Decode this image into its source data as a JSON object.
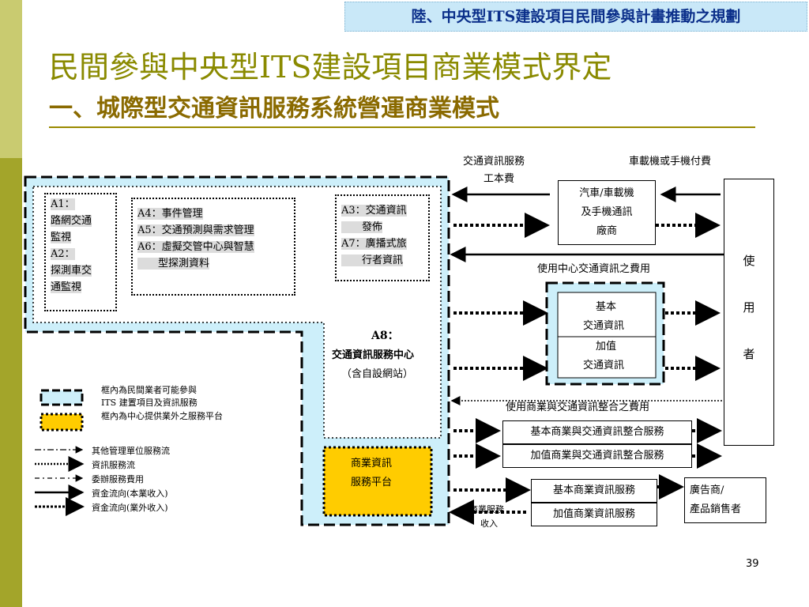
{
  "header": {
    "banner": "陸、中央型ITS建設項目民間參與計畫推動之規劃",
    "title": "民間參與中央型ITS建設項目商業模式界定",
    "subtitle": "一、城際型交通資訊服務系統營運商業模式"
  },
  "diagram": {
    "top_labels": {
      "fee_label_line1": "交通資訊服務",
      "fee_label_line2": "工本費",
      "payment_label": "車載機或手機付費"
    },
    "boxes": {
      "a1a2": [
        "A1：",
        "路網交通",
        "監視",
        "A2：",
        "探測車交",
        "通監視"
      ],
      "a4a6": [
        "A4：事件管理",
        "A5：交通預測與需求管理",
        "A6：虛擬交管中心與智慧",
        "　　型探測資料"
      ],
      "a3a7": [
        "A3：交通資訊",
        "　　發佈",
        "A7：廣播式旅",
        "　　行者資訊"
      ],
      "a8": [
        "A8：",
        "交通資訊服務中心",
        "（含自設網站）"
      ],
      "car_vendor": [
        "汽車/車載機",
        "及手機通訊",
        "廠商"
      ],
      "center_fee_label": "使用中心交通資訊之費用",
      "basic_traffic": [
        "基本",
        "交通資訊"
      ],
      "value_traffic": [
        "加值",
        "交通資訊"
      ],
      "user": [
        "使",
        "用",
        "者"
      ],
      "integration_fee_label": "使用商業與交通資訊整合之費用",
      "basic_integration": "基本商業與交通資訊整合服務",
      "value_integration": "加值商業與交通資訊整合服務",
      "commercial_platform": [
        "商業資訊",
        "服務平台"
      ],
      "basic_commercial": "基本商業資訊服務",
      "value_commercial": "加值商業資訊服務",
      "advertiser": [
        "廣告商/",
        "產品銷售者"
      ],
      "commercial_income": [
        "商業服務",
        "收入"
      ]
    },
    "legend": {
      "dashed_box": [
        "框內為民間業者可能參與",
        "ITS 建置項目及資訊服務"
      ],
      "yellow_box": "框內為中心提供業外之服務平台",
      "lines": [
        "其他管理單位服務流",
        "資訊服務流",
        "委辦服務費用",
        "資金流向(本業收入)",
        "資金流向(業外收入)"
      ]
    },
    "colors": {
      "light_blue": "#cdeffa",
      "yellow": "#ffcc00",
      "title_olive": "#8a8a00",
      "banner_blue": "#c9e8f8"
    }
  },
  "footer": {
    "page_number": "39"
  }
}
